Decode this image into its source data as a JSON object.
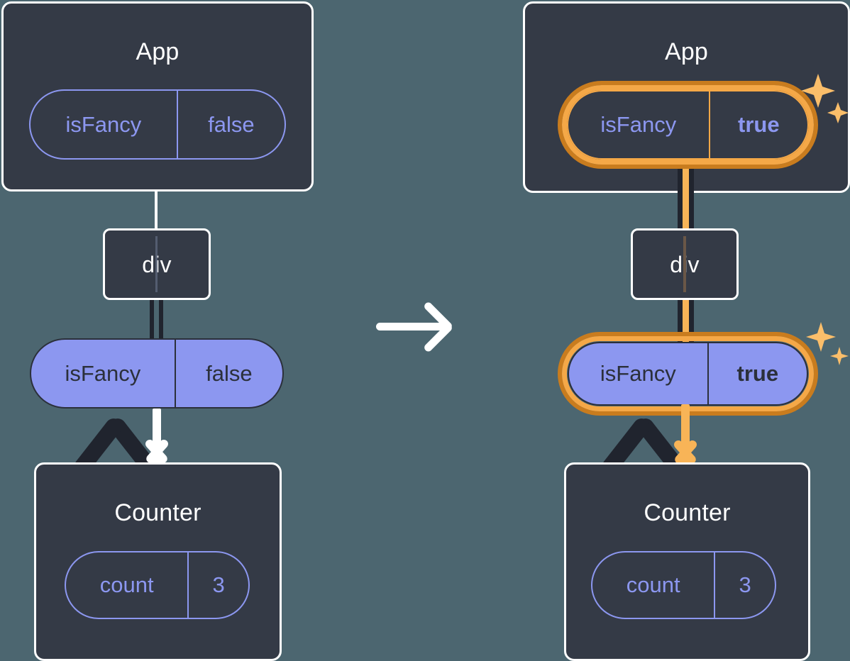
{
  "diagram": {
    "title": "React state update propagation",
    "background_color": "#4c6670",
    "panels": [
      {
        "id": "before",
        "app_box": {
          "label": "App"
        },
        "app_state_pill": {
          "key": "isFancy",
          "value": "false",
          "highlighted": false
        },
        "div_box": {
          "label": "div"
        },
        "prop_pill": {
          "key": "isFancy",
          "value": "false",
          "highlighted": false
        },
        "counter_box": {
          "label": "Counter"
        },
        "counter_state_pill": {
          "key": "count",
          "value": "3",
          "highlighted": false
        }
      },
      {
        "id": "after",
        "app_box": {
          "label": "App"
        },
        "app_state_pill": {
          "key": "isFancy",
          "value": "true",
          "highlighted": true
        },
        "div_box": {
          "label": "div"
        },
        "prop_pill": {
          "key": "isFancy",
          "value": "true",
          "highlighted": true
        },
        "counter_box": {
          "label": "Counter"
        },
        "counter_state_pill": {
          "key": "count",
          "value": "3",
          "highlighted": false
        }
      }
    ],
    "transition_arrow": {
      "icon": "arrow-right-icon",
      "direction": "right"
    },
    "sparkles": {
      "icon": "sparkle-icon",
      "count": 4
    },
    "colors": {
      "background": "#4c6670",
      "box_fill": "#343a46",
      "box_border": "#ffffff",
      "pill_purple": "#8c97f0",
      "pill_text_dark": "#2b303b",
      "highlight_outer": "#c97c1e",
      "highlight_inner": "#f5a847",
      "sparkle": "#fbbe6a",
      "wire_dark": "#20242e",
      "wire_orange": "#f8b457"
    }
  }
}
